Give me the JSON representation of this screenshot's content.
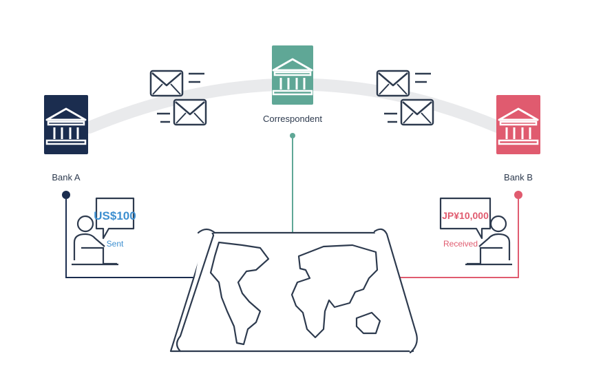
{
  "banks": {
    "a": {
      "label": "Bank A",
      "color": "#1b2d4f"
    },
    "correspondent": {
      "label": "Correspondent",
      "color": "#5fa796"
    },
    "b": {
      "label": "Bank B",
      "color": "#e05b6f"
    }
  },
  "sender": {
    "amount": "US$100",
    "status": "Sent",
    "color": "#3d8fd0"
  },
  "receiver": {
    "amount": "JP¥10,000",
    "status": "Received",
    "color": "#e05b6f"
  },
  "colors": {
    "outline": "#2d3a4e",
    "arc": "#e9eaec"
  },
  "icons": {
    "bank": "bank-building-icon",
    "message": "envelope-icon",
    "person": "person-at-laptop-icon",
    "map": "world-map-scroll-icon"
  }
}
